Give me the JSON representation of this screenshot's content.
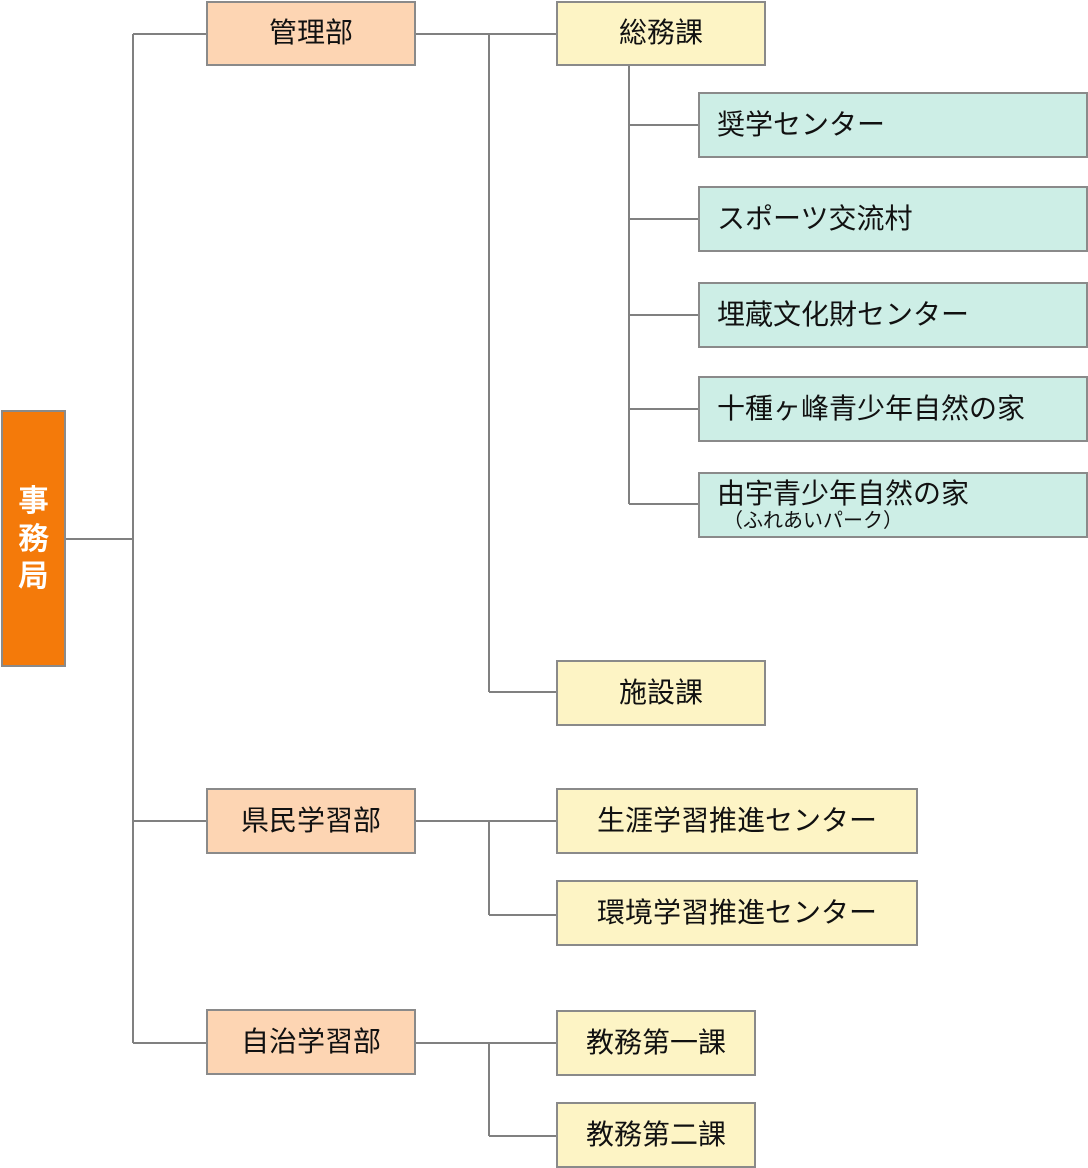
{
  "colors": {
    "root": "#f47a0a",
    "department": "#fdd5b3",
    "section": "#fdf4c5",
    "facility": "#cdeee6",
    "border": "#8a8a8a",
    "line": "#808080"
  },
  "root": {
    "chars": [
      "事",
      "務",
      "局"
    ]
  },
  "departments": {
    "kanri": "管理部",
    "kenmin": "県民学習部",
    "jichi": "自治学習部"
  },
  "sections": {
    "somu": "総務課",
    "shisetsu": "施設課",
    "shogai": "生涯学習推進センター",
    "kankyo": "環境学習推進センター",
    "kyomu1": "教務第一課",
    "kyomu2": "教務第二課"
  },
  "facilities": {
    "shogaku": "奨学センター",
    "sports": "スポーツ交流村",
    "maizo": "埋蔵文化財センター",
    "togane": "十種ヶ峰青少年自然の家",
    "yu_main": "由宇青少年自然の家",
    "yu_sub": "（ふれあいパーク）"
  }
}
